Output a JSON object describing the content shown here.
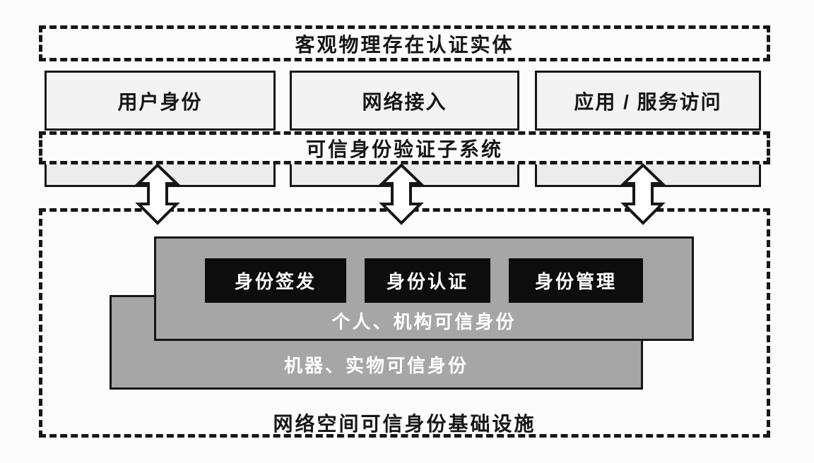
{
  "colors": {
    "background": "#fcfcfc",
    "line": "#161616",
    "entity_box_fill": "#f2f3f2",
    "stub_fill": "#ececec",
    "gray_layer_fill": "#a6a6a6",
    "module_fill": "#0d0d0d",
    "text_dark": "#161616",
    "text_white": "#ffffff"
  },
  "icons": {
    "flow_arrow": "double-vertical-arrow"
  },
  "top_band": {
    "label": "客观物理存在认证实体"
  },
  "columns": [
    {
      "label": "用户身份"
    },
    {
      "label": "网络接入"
    },
    {
      "label": "应用 / 服务访问"
    }
  ],
  "subsystem_band": {
    "label": "可信身份验证子系统"
  },
  "infrastructure": {
    "label": "网络空间可信身份基础设施",
    "front_layer": {
      "label": "个人、机构可信身份",
      "modules": [
        {
          "label": "身份签发"
        },
        {
          "label": "身份认证"
        },
        {
          "label": "身份管理"
        }
      ]
    },
    "back_layer": {
      "label": "机器、实物可信身份"
    }
  }
}
